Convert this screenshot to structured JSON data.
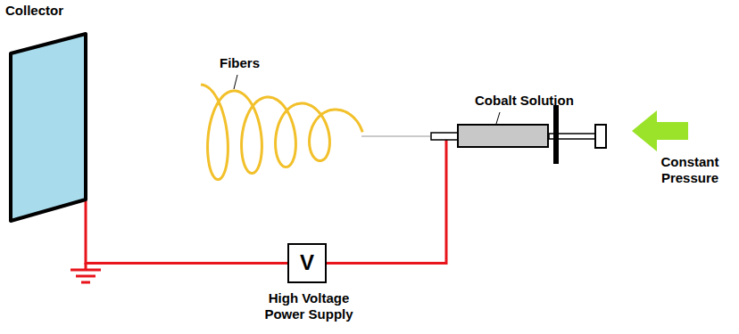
{
  "diagram": {
    "nodes": [
      {
        "text": [
          "Collector"
        ]
      },
      {
        "text": [
          "Cobalt Solution"
        ]
      },
      {
        "text": [
          "V",
          "High Voltage Power Supply"
        ]
      }
    ],
    "edges": [
      {
        "from": 0,
        "to": 2,
        "arrow": "none"
      },
      {
        "from": 2,
        "to": 1,
        "arrow": "none"
      }
    ],
    "labels": [
      "Fibers",
      "Constant Pressure"
    ]
  }
}
